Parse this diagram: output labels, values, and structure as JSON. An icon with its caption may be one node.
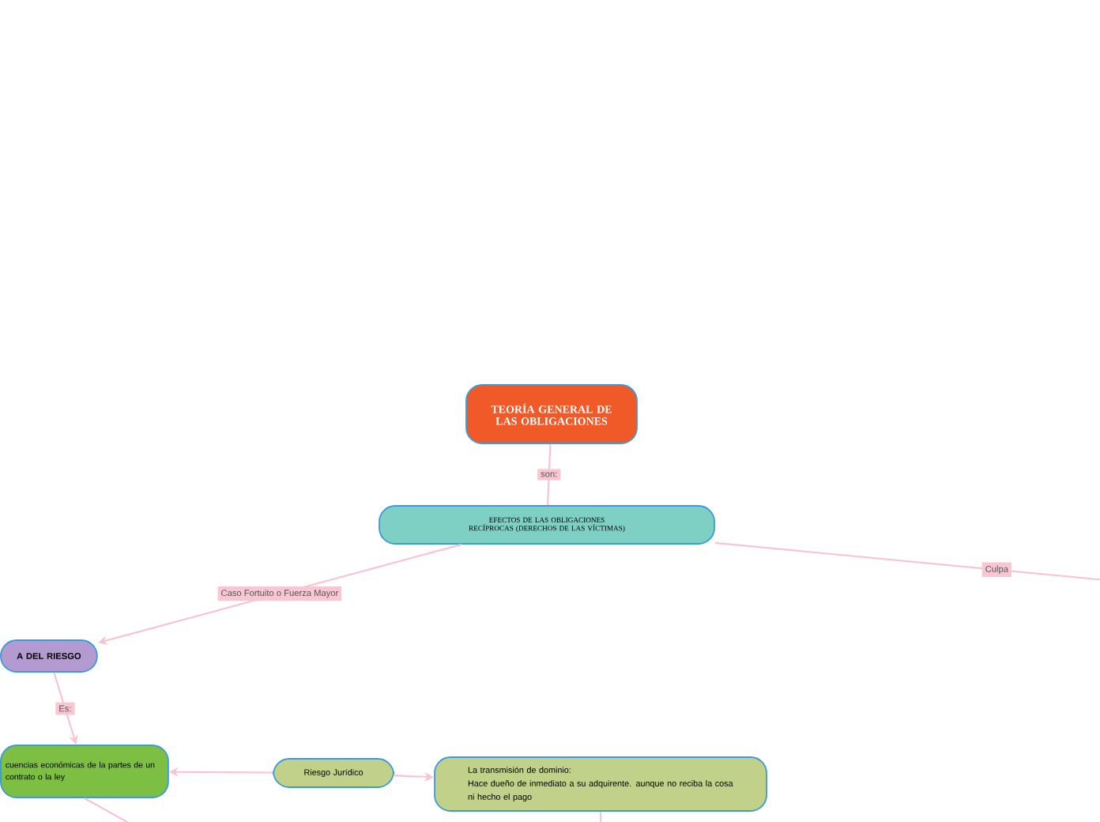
{
  "diagram": {
    "nodes": [
      {
        "text": [
          "TEORÍA GENERAL DE LAS OBLIGACIONES"
        ]
      },
      {
        "text": [
          "EFECTOS DE LAS OBLIGACIONES RECÍPROCAS (DERECHOS DE LAS VÍCTIMAS)"
        ]
      },
      {
        "text": [
          "A DEL RIESGO"
        ]
      },
      {
        "text": [
          "cuencias económicas de la partes de un contrato o la ley"
        ]
      },
      {
        "text": [
          "Riesgo Jurídico"
        ]
      },
      {
        "text": [
          "La transmisión de dominio:",
          "Hace dueño de inmediato a su adquirente. aunque no reciba la cosa ni hecho el pago"
        ]
      }
    ],
    "edges": [
      {
        "from": 0,
        "to": 1,
        "arrow": "none",
        "label": "son:"
      },
      {
        "from": 1,
        "to": 2,
        "arrow": "to",
        "label": "Caso Fortuito o Fuerza Mayor"
      },
      {
        "from": 1,
        "to": null,
        "arrow": "none",
        "label": "Culpa"
      },
      {
        "from": 2,
        "to": 3,
        "arrow": "to",
        "label": "Es:"
      },
      {
        "from": 4,
        "to": 3,
        "arrow": "to"
      },
      {
        "from": 4,
        "to": 5,
        "arrow": "to"
      },
      {
        "from": 3,
        "to": null,
        "arrow": "none"
      },
      {
        "from": 5,
        "to": null,
        "arrow": "none"
      }
    ]
  }
}
